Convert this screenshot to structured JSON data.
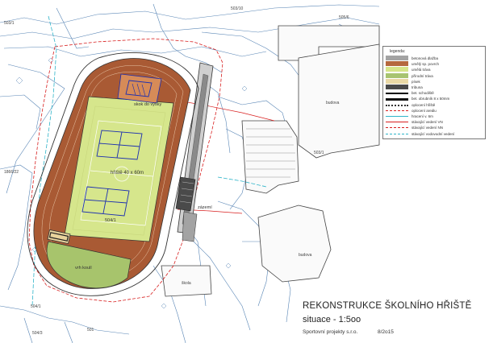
{
  "title": {
    "main": "REKONSTRUKCE ŠKOLNÍHO HŘIŠTĚ",
    "subtitle": "situace - 1:5oo",
    "company": "Sportovní projekty s.r.o.",
    "date": "8/2o15"
  },
  "legend": {
    "title": "legenda:",
    "items": [
      {
        "label": "betonová dlažba",
        "color": "#a3a3a3",
        "kind": "fill"
      },
      {
        "label": "umělý sp. povrch",
        "color": "#b5683e",
        "kind": "fill"
      },
      {
        "label": "umělá tráva",
        "color": "#d7e58a",
        "kind": "fill"
      },
      {
        "label": "přírodní tráva",
        "color": "#a8c470",
        "kind": "fill"
      },
      {
        "label": "písek",
        "color": "#ead9a6",
        "kind": "fill"
      },
      {
        "label": "tribuna",
        "color": "#4a4a4a",
        "kind": "fill"
      },
      {
        "label": "bet. schodiště",
        "color": "#000000",
        "kind": "arrow"
      },
      {
        "label": "bet. obrubník 8 x 50mm",
        "color": "#111111",
        "kind": "thick"
      },
      {
        "label": "oplocení hřiště",
        "color": "#333333",
        "kind": "fence"
      },
      {
        "label": "oplocení areálu",
        "color": "#d81f1f",
        "kind": "dash"
      },
      {
        "label": "hracení v. 6m",
        "color": "#2fb4c9",
        "kind": "line"
      },
      {
        "label": "stávající vedení VN",
        "color": "#d81f1f",
        "kind": "line"
      },
      {
        "label": "stávající vedení NN",
        "color": "#d81f1f",
        "kind": "dashdot"
      },
      {
        "label": "stávající vodovodní vedení",
        "color": "#2fb4c9",
        "kind": "dash"
      }
    ]
  },
  "labels": {
    "field": "hřiště 40 x 60m",
    "parcel_center": "504/1",
    "jump_pit": "skok do výšky",
    "grass": "vrh koulí",
    "stands": "zázemí",
    "parcel_top": "503/10",
    "parcel_top_right": "505/6",
    "parcel_left_top": "503/1",
    "parcel_right": "503/1",
    "parcel_left": "1866/22",
    "parcel_bottom_left": "504/1",
    "parcel_bottom_left2": "504/3",
    "parcel_bottom": "501",
    "building1": "budova",
    "building2": "budova",
    "school": "škola"
  },
  "colors": {
    "track": "#a95a34",
    "field": "#d6e68c",
    "grass": "#a7c46c",
    "sand": "#e8d39c",
    "boundary": "#d81f1f",
    "water": "#2fb4c9",
    "court_lines": "#1c2fb0"
  }
}
